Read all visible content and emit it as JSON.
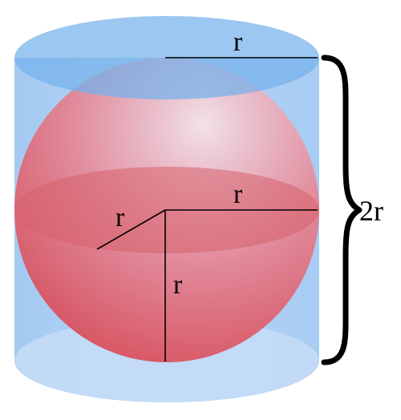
{
  "labels": {
    "top_radius": "r",
    "equator_radius": "r",
    "diagonal_radius": "r",
    "vertical_radius": "r",
    "height": "2r"
  },
  "colors": {
    "cylinder_body": "#a9cdf3",
    "cylinder_top": "#75b2ec",
    "cylinder_bottom": "#c4dcf6",
    "sphere_highlight": "#f4dce4",
    "sphere_mid": "#e58796",
    "sphere_edge": "#d8434f",
    "equator_band": "#d7616b",
    "line": "#000000"
  }
}
